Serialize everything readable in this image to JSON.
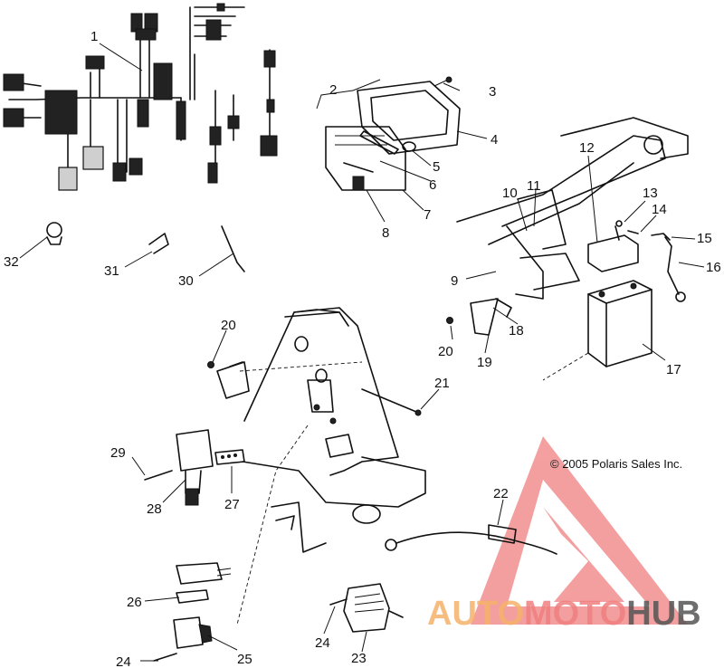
{
  "copyright": "© 2005 Polaris Sales Inc.",
  "watermark": {
    "part1": "AUTO",
    "part2": "MOTO",
    "part3": "HUB",
    "color1": "#f6b26b",
    "color2": "#f08080",
    "color3": "#555555",
    "triangle_color": "#f08080"
  },
  "callouts": [
    {
      "id": "c1",
      "label": "1"
    },
    {
      "id": "c2",
      "label": "2"
    },
    {
      "id": "c3",
      "label": "3"
    },
    {
      "id": "c4",
      "label": "4"
    },
    {
      "id": "c5",
      "label": "5"
    },
    {
      "id": "c6",
      "label": "6"
    },
    {
      "id": "c7",
      "label": "7"
    },
    {
      "id": "c8",
      "label": "8"
    },
    {
      "id": "c9",
      "label": "9"
    },
    {
      "id": "c10",
      "label": "10"
    },
    {
      "id": "c11",
      "label": "11"
    },
    {
      "id": "c12",
      "label": "12"
    },
    {
      "id": "c13",
      "label": "13"
    },
    {
      "id": "c14",
      "label": "14"
    },
    {
      "id": "c15",
      "label": "15"
    },
    {
      "id": "c16",
      "label": "16"
    },
    {
      "id": "c17",
      "label": "17"
    },
    {
      "id": "c18",
      "label": "18"
    },
    {
      "id": "c19",
      "label": "19"
    },
    {
      "id": "c20a",
      "label": "20"
    },
    {
      "id": "c20b",
      "label": "20"
    },
    {
      "id": "c21",
      "label": "21"
    },
    {
      "id": "c22",
      "label": "22"
    },
    {
      "id": "c23",
      "label": "23"
    },
    {
      "id": "c24a",
      "label": "24"
    },
    {
      "id": "c24b",
      "label": "24"
    },
    {
      "id": "c25",
      "label": "25"
    },
    {
      "id": "c26",
      "label": "26"
    },
    {
      "id": "c27",
      "label": "27"
    },
    {
      "id": "c28",
      "label": "28"
    },
    {
      "id": "c29",
      "label": "29"
    },
    {
      "id": "c30",
      "label": "30"
    },
    {
      "id": "c31",
      "label": "31"
    },
    {
      "id": "c32",
      "label": "32"
    }
  ]
}
